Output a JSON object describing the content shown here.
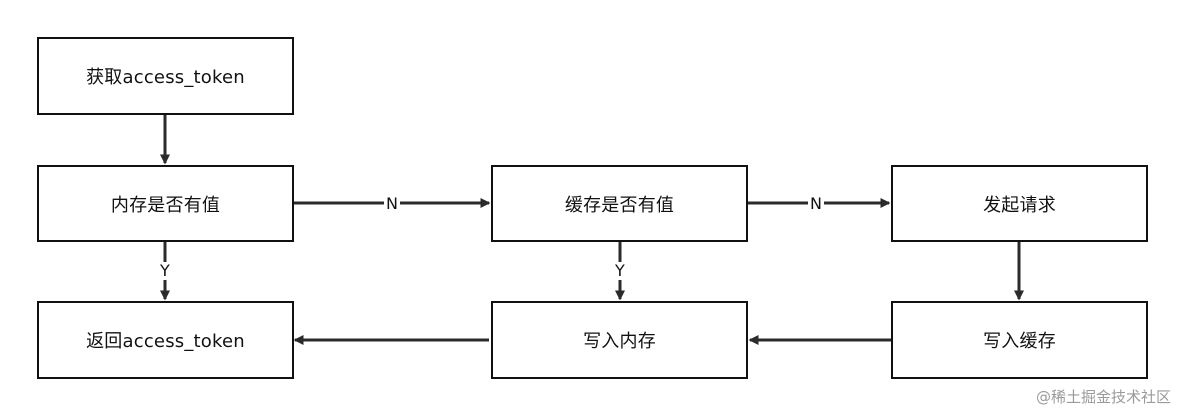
{
  "nodes": {
    "get_token": "获取access_token",
    "memory_check": "内存是否有值",
    "cache_check": "缓存是否有值",
    "send_request": "发起请求",
    "return_token": "返回access_token",
    "write_memory": "写入内存",
    "write_cache": "写入缓存"
  },
  "edge_labels": {
    "memory_no": "N",
    "cache_no": "N",
    "memory_yes": "Y",
    "cache_yes": "Y"
  },
  "watermark": "@稀土掘金技术社区",
  "colors": {
    "stroke": "#111111",
    "line": "#2b2b2b",
    "watermark": "#9a9a9a"
  }
}
